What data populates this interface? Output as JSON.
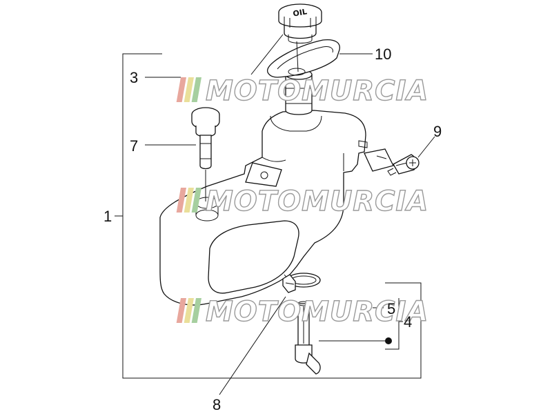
{
  "watermark": {
    "text": "MOTOMURCIA",
    "stripe_colors": [
      "#e8a79d",
      "#eadf9a",
      "#a6cf9f"
    ]
  },
  "callouts": {
    "c1": "1",
    "c3": "3",
    "c4": "4",
    "c5": "5",
    "c7": "7",
    "c8": "8",
    "c9": "9",
    "c10": "10"
  },
  "cap_marking": "OIL"
}
